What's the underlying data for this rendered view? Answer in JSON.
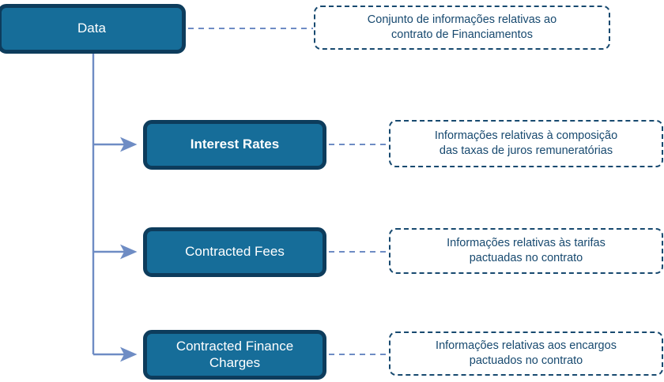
{
  "diagram": {
    "title": "Data",
    "root": {
      "label": "Data",
      "note": "Conjunto de informações relativas ao\ncontrato de Financiamentos"
    },
    "children": [
      {
        "label": "Interest Rates",
        "note": "Informações relativas à composição\ndas taxas de juros remuneratórias"
      },
      {
        "label": "Contracted Fees",
        "note": "Informações relativas às tarifas\npactuadas no contrato"
      },
      {
        "label": "Contracted Finance\nCharges",
        "note": "Informações relativas aos encargos\npactuados no contrato"
      }
    ]
  },
  "style": {
    "node_fill": "#166d99",
    "node_border": "#0d3c5c",
    "node_text": "#ffffff",
    "note_border": "#17496f",
    "note_text": "#17496f",
    "connector": "#6e8cc4",
    "note_connector": "#6e8cc4",
    "background": "#ffffff"
  }
}
